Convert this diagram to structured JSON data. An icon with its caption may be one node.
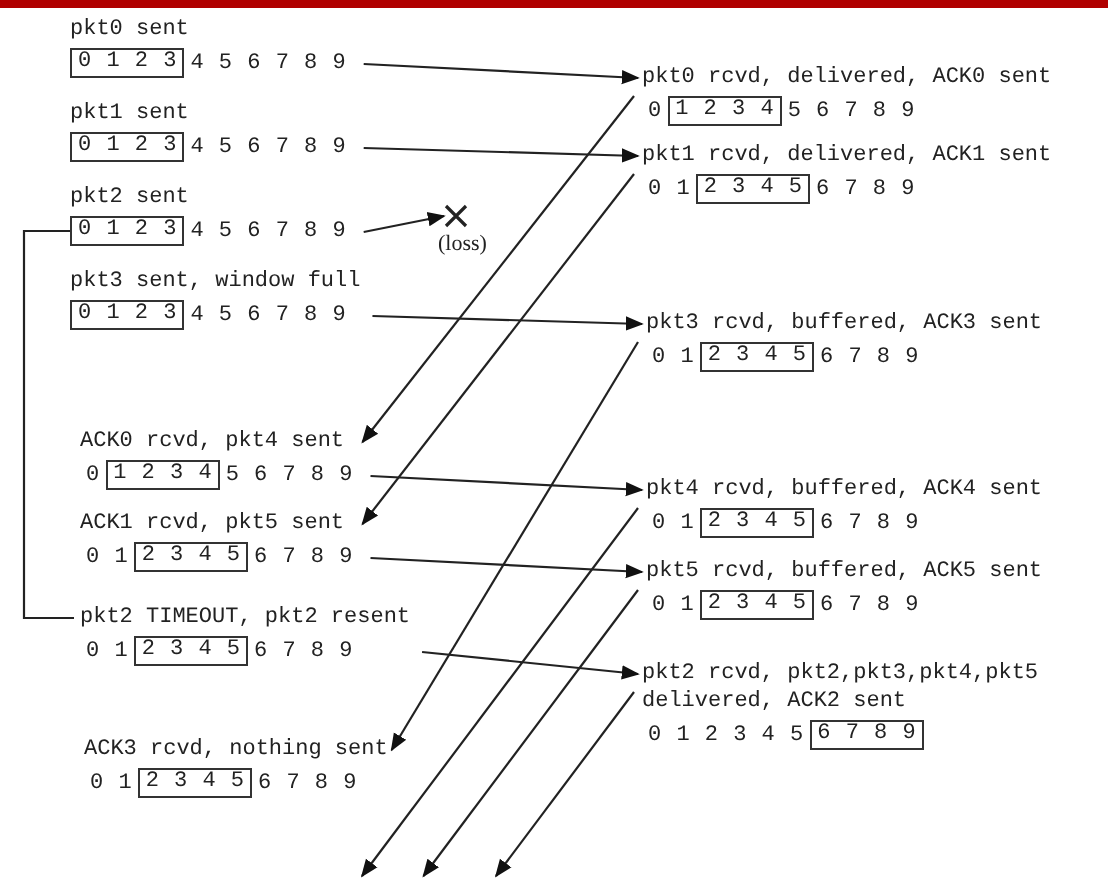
{
  "diagram": {
    "nodes": [
      {
        "text": [
          "pkt0 sent"
        ]
      },
      {
        "text": [
          "0 1 2 3"
        ],
        "in": 0,
        "beside": [
          "4 5 6 7 8 9"
        ]
      },
      {
        "text": [
          "pkt1 sent"
        ]
      },
      {
        "text": [
          "0 1 2 3"
        ],
        "in": 2,
        "beside": [
          "4 5 6 7 8 9"
        ]
      },
      {
        "text": [
          "pkt2 sent"
        ]
      },
      {
        "text": [
          "0 1 2 3"
        ],
        "in": 4,
        "beside": [
          "4 5 6 7 8 9"
        ]
      },
      {
        "text": [
          "pkt3 sent, window full"
        ]
      },
      {
        "text": [
          "0 1 2 3"
        ],
        "in": 6,
        "beside": [
          "4 5 6 7 8 9"
        ]
      },
      {
        "text": [
          "ACK0 rcvd, pkt4 sent"
        ]
      },
      {
        "text": [
          "1 2 3 4"
        ],
        "in": 8,
        "beside": [
          "0",
          "5 6 7 8 9"
        ]
      },
      {
        "text": [
          "ACK1 rcvd, pkt5 sent"
        ]
      },
      {
        "text": [
          "2 3 4 5"
        ],
        "in": 10,
        "beside": [
          "0 1",
          "6 7 8 9"
        ]
      },
      {
        "text": [
          "pkt2 TIMEOUT, pkt2 resent"
        ]
      },
      {
        "text": [
          "2 3 4 5"
        ],
        "in": 12,
        "beside": [
          "0 1",
          "6 7 8 9"
        ]
      },
      {
        "text": [
          "ACK3 rcvd, nothing sent"
        ]
      },
      {
        "text": [
          "2 3 4 5"
        ],
        "in": 14,
        "beside": [
          "0 1",
          "6 7 8 9"
        ]
      },
      {
        "text": [
          "pkt0 rcvd, delivered, ACK0 sent"
        ]
      },
      {
        "text": [
          "1 2 3 4"
        ],
        "in": 16,
        "beside": [
          "0",
          "5 6 7 8 9"
        ]
      },
      {
        "text": [
          "pkt1 rcvd, delivered, ACK1 sent"
        ]
      },
      {
        "text": [
          "2 3 4 5"
        ],
        "in": 18,
        "beside": [
          "0 1",
          "6 7 8 9"
        ]
      },
      {
        "text": [
          "pkt3 rcvd, buffered, ACK3 sent"
        ]
      },
      {
        "text": [
          "2 3 4 5"
        ],
        "in": 20,
        "beside": [
          "0 1",
          "6 7 8 9"
        ]
      },
      {
        "text": [
          "pkt4 rcvd, buffered, ACK4 sent"
        ]
      },
      {
        "text": [
          "2 3 4 5"
        ],
        "in": 22,
        "beside": [
          "0 1",
          "6 7 8 9"
        ]
      },
      {
        "text": [
          "pkt5 rcvd, buffered, ACK5 sent"
        ]
      },
      {
        "text": [
          "2 3 4 5"
        ],
        "in": 24,
        "beside": [
          "0 1",
          "6 7 8 9"
        ]
      },
      {
        "text": [
          "pkt2 rcvd, pkt2,pkt3,pkt4,pkt5 delivered, ACK2 sent"
        ]
      },
      {
        "text": [
          "6 7 8 9"
        ],
        "in": 26,
        "beside": [
          "0 1 2 3 4 5"
        ]
      },
      {
        "text": [],
        "shape": "cross",
        "beside": [
          "(loss)"
        ]
      }
    ],
    "edges": [
      {
        "from": 0,
        "to": 16,
        "arrow": "to"
      },
      {
        "from": 2,
        "to": 18,
        "arrow": "to"
      },
      {
        "from": 4,
        "to": 28,
        "arrow": "to"
      },
      {
        "from": 6,
        "to": 20,
        "arrow": "to"
      },
      {
        "from": 16,
        "to": 8,
        "arrow": "to"
      },
      {
        "from": 18,
        "to": 10,
        "arrow": "to"
      },
      {
        "from": 8,
        "to": 22,
        "arrow": "to"
      },
      {
        "from": 10,
        "to": 24,
        "arrow": "to"
      },
      {
        "from": 20,
        "to": 14,
        "arrow": "to"
      },
      {
        "from": 5,
        "to": 12,
        "arrow": "none"
      },
      {
        "from": 12,
        "to": 26,
        "arrow": "to"
      },
      {
        "from": 22,
        "to": null,
        "arrow": "to"
      },
      {
        "from": 24,
        "to": null,
        "arrow": "to"
      },
      {
        "from": 26,
        "to": null,
        "arrow": "to"
      }
    ]
  }
}
